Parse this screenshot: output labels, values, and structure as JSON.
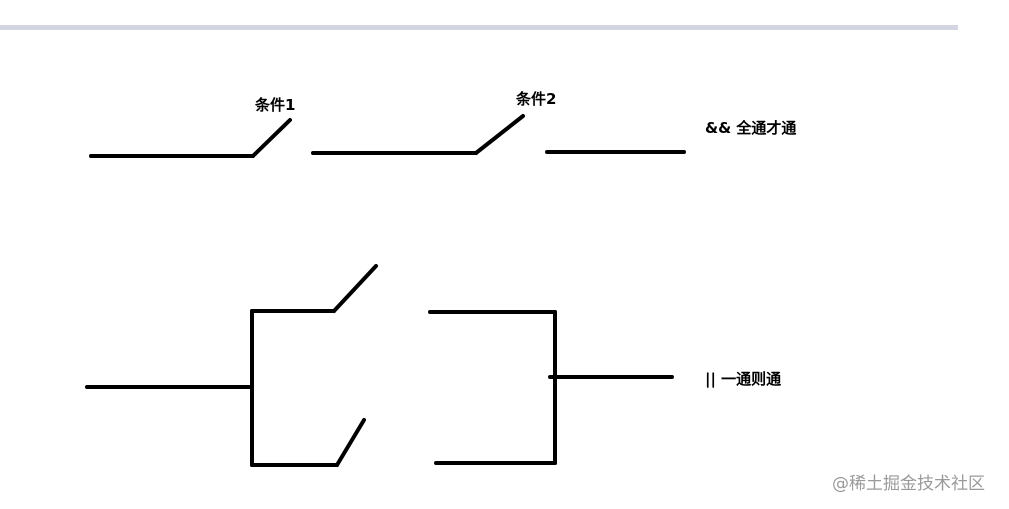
{
  "labels": {
    "condition1": "条件1",
    "condition2": "条件2",
    "and_caption": "&& 全通才通",
    "or_caption": "|| 一通则通"
  },
  "watermark": "@稀土掘金技术社区",
  "colors": {
    "wire": "#000000",
    "top_bar": "#d3d6e2",
    "watermark": "#9a9a9a"
  }
}
